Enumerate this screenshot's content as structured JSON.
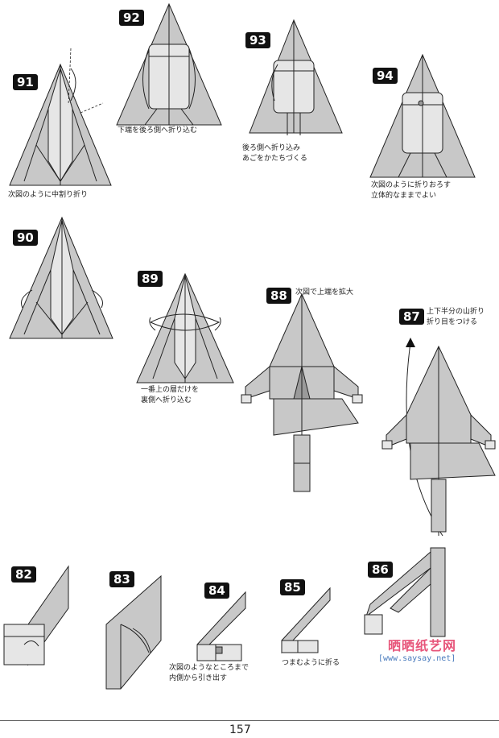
{
  "steps": [
    {
      "number": "91",
      "caption": "次図のように中割り折り"
    },
    {
      "number": "92",
      "caption": "下端を後ろ側へ折り込む"
    },
    {
      "number": "93",
      "caption": "後ろ側へ折り込み\nあごをかたちづくる"
    },
    {
      "number": "94",
      "caption": "次図のように折りおろす\n立体的なままでよい"
    },
    {
      "number": "90",
      "caption": ""
    },
    {
      "number": "89",
      "caption": "一番上の層だけを\n裏側へ折り込む"
    },
    {
      "number": "88",
      "caption": "次図で上端を拡大"
    },
    {
      "number": "87",
      "caption": "上下半分の山折り\n折り目をつける"
    },
    {
      "number": "82",
      "caption": ""
    },
    {
      "number": "83",
      "caption": ""
    },
    {
      "number": "84",
      "caption": "次図のようなところまで\n内側から引き出す"
    },
    {
      "number": "85",
      "caption": "つまむように折る"
    },
    {
      "number": "86",
      "caption": ""
    }
  ],
  "small_note": "",
  "watermark": {
    "name": "晒晒纸艺网",
    "url": "[www.saysay.net]"
  },
  "page_number": "157"
}
